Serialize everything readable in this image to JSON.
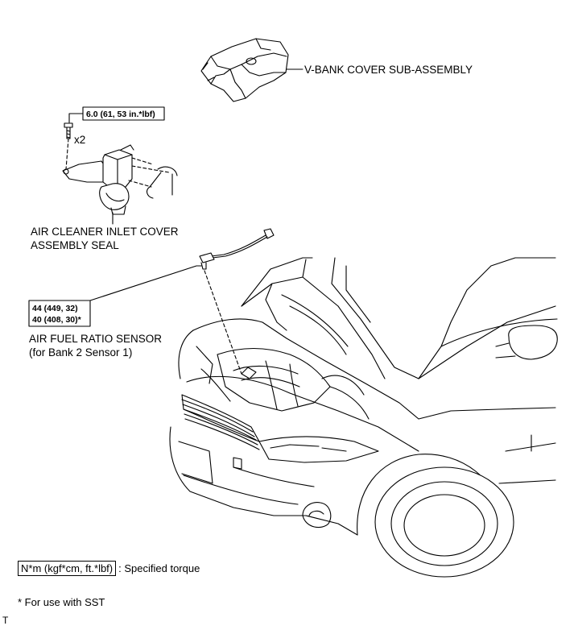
{
  "labels": {
    "v_bank_cover": "V-BANK COVER SUB-ASSEMBLY",
    "air_cleaner_line1": "AIR CLEANER INLET COVER",
    "air_cleaner_line2": "ASSEMBLY SEAL",
    "sensor_line1": "AIR FUEL RATIO SENSOR",
    "sensor_line2": "(for Bank 2 Sensor 1)"
  },
  "torque": {
    "bolt_spec": "6.0 (61, 53 in.*lbf)",
    "bolt_qty": "x2",
    "sensor_spec_1": "44 (449, 32)",
    "sensor_spec_2": "40 (408, 30)*"
  },
  "legend": {
    "unit_box": "N*m (kgf*cm, ft.*lbf)",
    "unit_desc": "Specified torque"
  },
  "footnote": "* For use with SST",
  "corner_mark": "T"
}
